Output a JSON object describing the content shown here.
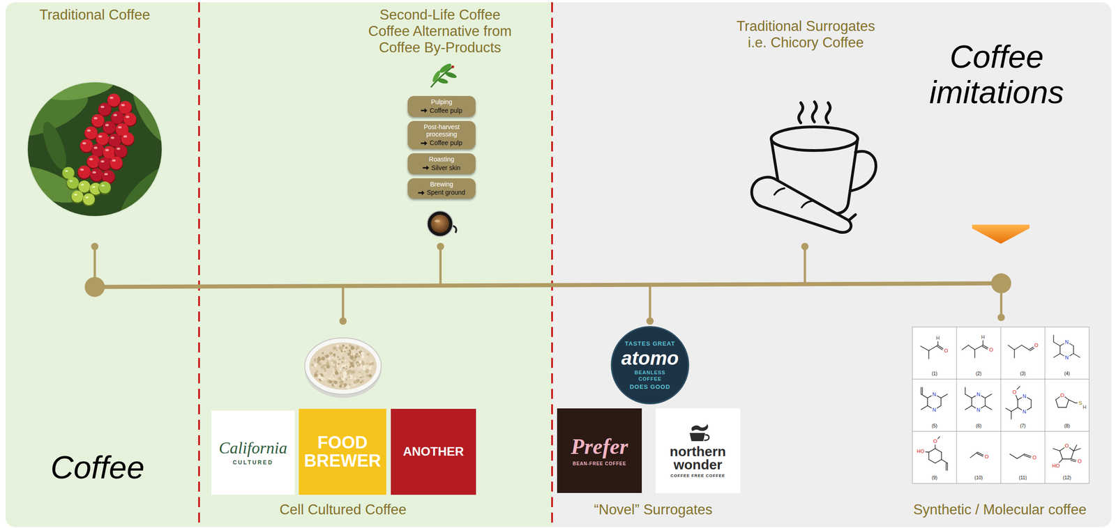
{
  "diagram": {
    "nodes": [
      {
        "text": [
          "Coffee"
        ]
      },
      {
        "text": [
          "Pulping",
          "Coffee pulp"
        ],
        "in": 0
      },
      {
        "text": [
          "Post-harvest processing",
          "Coffee pulp"
        ],
        "in": 0
      },
      {
        "text": [
          "Roasting",
          "Silver skin"
        ],
        "in": 0
      },
      {
        "text": [
          "Brewing",
          "Spent ground"
        ],
        "in": 0
      },
      {
        "text": [
          "California",
          "CULTURED"
        ],
        "in": 0
      },
      {
        "text": [
          "FOOD BREWER"
        ],
        "in": 0
      },
      {
        "text": [
          "ANOTHER"
        ],
        "in": 0
      },
      {
        "text": [
          "Coffee imitations"
        ]
      },
      {
        "text": [
          "TASTES GREAT",
          "atomo",
          "BEANLESS COFFEE",
          "DOES GOOD"
        ],
        "in": 8
      },
      {
        "text": [
          "Prefer",
          "BEAN-FREE COFFEE"
        ],
        "in": 8
      },
      {
        "text": [
          "northern wonder",
          "COFFEE FREE COFFEE"
        ],
        "in": 8
      }
    ],
    "labels": [
      "Traditional Coffee",
      "Second-Life Coffee Coffee Alternative from Coffee By-Products",
      "Traditional Surrogates i.e. Chicory Coffee",
      "Cell Cultured Coffee",
      "“Novel” Surrogates",
      "Synthetic / Molecular coffee",
      "H",
      "O",
      "(1)",
      "H",
      "O",
      "(2)",
      "O",
      "(3)",
      "N",
      "N",
      "(4)",
      "N",
      "N",
      "(5)",
      "N",
      "N",
      "(6)",
      "O",
      "N",
      "N",
      "(7)",
      "O",
      "S",
      "H",
      "(8)",
      "HO",
      "O",
      "(9)",
      "O",
      "(10)",
      "O",
      "(11)",
      "O",
      "HO",
      "O",
      "(12)"
    ]
  }
}
